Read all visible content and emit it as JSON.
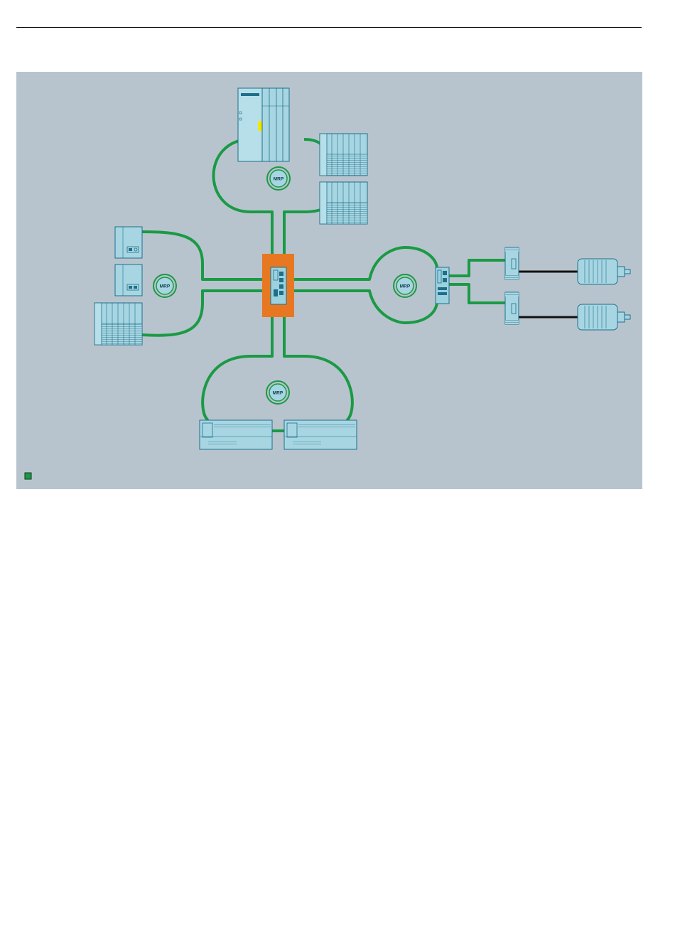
{
  "diagram": {
    "title": "",
    "rings": [
      {
        "id": "top",
        "label": "MRP"
      },
      {
        "id": "left",
        "label": "MRP"
      },
      {
        "id": "right",
        "label": "MRP"
      },
      {
        "id": "bottom",
        "label": "MRP"
      }
    ],
    "legend": {
      "label": ""
    },
    "colors": {
      "background": "#b8c4cd",
      "ring": "#1a9a45",
      "switch_highlight": "#e87722",
      "device_fill": "#9dd1de",
      "device_stroke": "#1d6f8a",
      "motor_cable": "#111111"
    },
    "icons": [
      "controller-icon",
      "io-module-icon",
      "switch-icon",
      "drive-icon",
      "motor-icon",
      "mrp-badge-icon"
    ]
  }
}
